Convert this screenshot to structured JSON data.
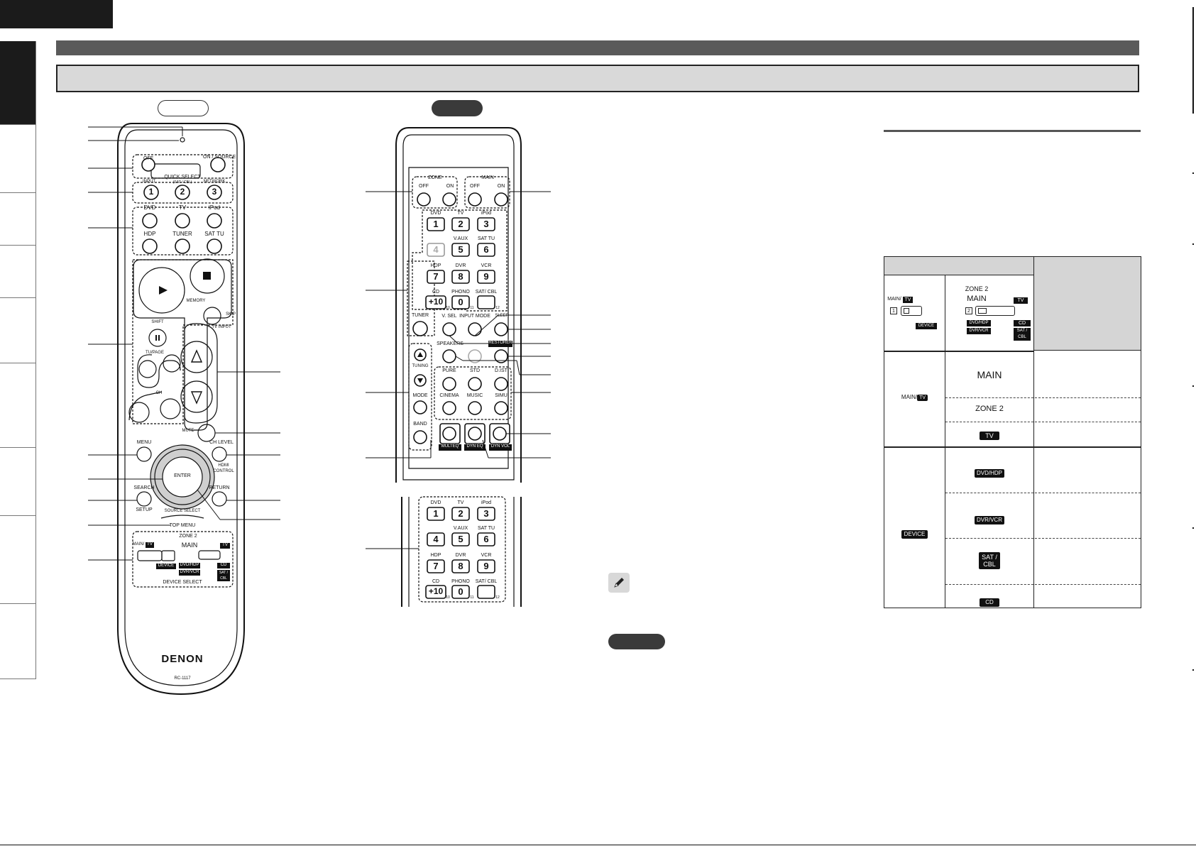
{
  "remote_a": {
    "quick_select": "QUICK SELECT",
    "quick_select_sub": "(SAT / CBL)",
    "off": "OFF",
    "on_source": "ON / SOURCE",
    "qs_left": "INPUT",
    "qs_right": "NETWORK",
    "digits": [
      "1",
      "2",
      "3"
    ],
    "sources_row1": [
      "DVD",
      "TV",
      "iPod"
    ],
    "sources_row2": [
      "HDP",
      "TUNER",
      "SAT TU"
    ],
    "memory": "MEMORY",
    "skip": "SKIP",
    "shift": "SHIFT",
    "tv_input": "TV INPUT",
    "tupage": "TU/PAGE",
    "ch": "CH",
    "mute": "MUTE",
    "menu": "MENU",
    "ch_level": "CH LEVEL",
    "hdmi_control": "HDMI CONTROL",
    "enter": "ENTER",
    "search": "SEARCH",
    "return": "RETURN",
    "setup": "SETUP",
    "source_select": "SOURCE SELECT",
    "top_menu": "TOP MENU",
    "zone2": "ZONE 2",
    "main": "MAIN",
    "main_tv": "MAIN/",
    "tv": "TV",
    "device": "DEVICE",
    "dvd_hdp": "DVD/HDP",
    "dvr_vcr": "DVR/VCR",
    "cd": "CD",
    "sat": "SAT /",
    "cbl": "CBL",
    "device_select": "DEVICE SELECT",
    "brand": "DENON",
    "model": "RC-1117"
  },
  "remote_b": {
    "zone": "ZONE",
    "main": "MAIN",
    "off": "OFF",
    "on": "ON",
    "keys": [
      {
        "top": "DVD",
        "digit": "1"
      },
      {
        "top": "TV",
        "digit": "2"
      },
      {
        "top": "iPod",
        "digit": "3"
      },
      {
        "top": "",
        "digit": "4"
      },
      {
        "top": "V.AUX",
        "digit": "5"
      },
      {
        "top": "SAT TU",
        "digit": "6"
      },
      {
        "top": "HDP",
        "digit": "7"
      },
      {
        "top": "DVR",
        "digit": "8"
      },
      {
        "top": "VCR",
        "digit": "9"
      },
      {
        "top": "CD",
        "digit": "+10"
      },
      {
        "top": "PHONO",
        "digit": "0"
      },
      {
        "top": "SAT/ CBL",
        "digit": ""
      }
    ],
    "n10": "10",
    "n11": "11",
    "n12": "12",
    "tuner": "TUNER",
    "v_sel": "V. SEL",
    "input_mode": "INPUT MODE",
    "sleep": "SLEEP",
    "speakers": "SPEAKERS",
    "restorer": "RESTORER",
    "tuning": "TUNING",
    "mode": "MODE",
    "band": "BAND",
    "pure": "PURE",
    "std": "STD",
    "dist": "D.IST",
    "cinema": "CINEMA",
    "music": "MUSIC",
    "simu": "SIMU",
    "multeq": "MULTEQ",
    "dyn_eq": "DYN EQ",
    "dyn_vol": "DYN VOL"
  },
  "table": {
    "main": "MAIN",
    "zone2": "ZONE 2",
    "zone2_sw": "ZONE 2",
    "main_tv": "MAIN/",
    "tv": "TV",
    "device": "DEVICE",
    "dvd_hdp": "DVD/HDP",
    "dvr_vcr": "DVR/VCR",
    "sat": "SAT /",
    "cbl": "CBL",
    "cd": "CD",
    "d1": "1",
    "d2": "2"
  }
}
